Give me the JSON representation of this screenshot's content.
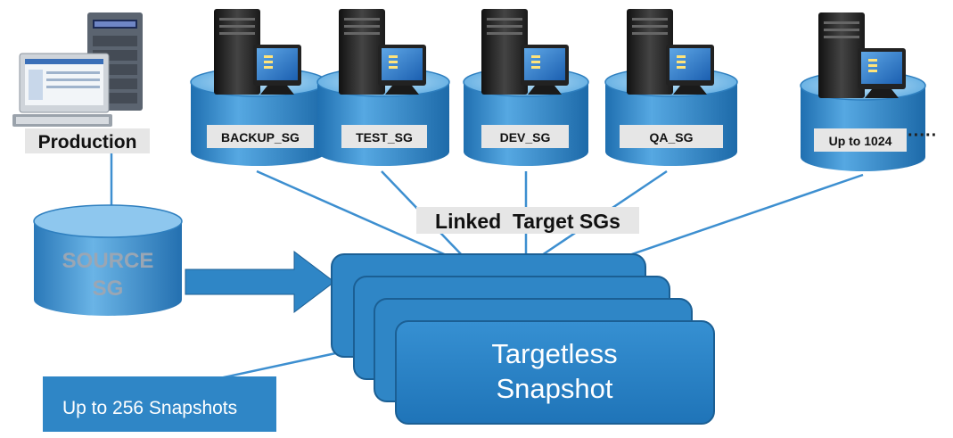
{
  "production": {
    "label": "Production"
  },
  "source": {
    "line1": "SOURCE",
    "line2": "SG"
  },
  "targets": [
    {
      "label": "BACKUP_SG"
    },
    {
      "label": "TEST_SG"
    },
    {
      "label": "DEV_SG"
    },
    {
      "label": "QA_SG"
    },
    {
      "label": "Up to 1024"
    }
  ],
  "linked_label": "Linked  Target SGs",
  "snapshot": {
    "line1": "Targetless",
    "line2": "Snapshot"
  },
  "snapshot_count": "Up to 256 Snapshots",
  "colors": {
    "blue": "#2f86c6",
    "blue_light": "#8cc6ec",
    "blue_dark": "#1c5f94",
    "line": "#3d8fd0",
    "label_box": "#e6e6e6"
  }
}
